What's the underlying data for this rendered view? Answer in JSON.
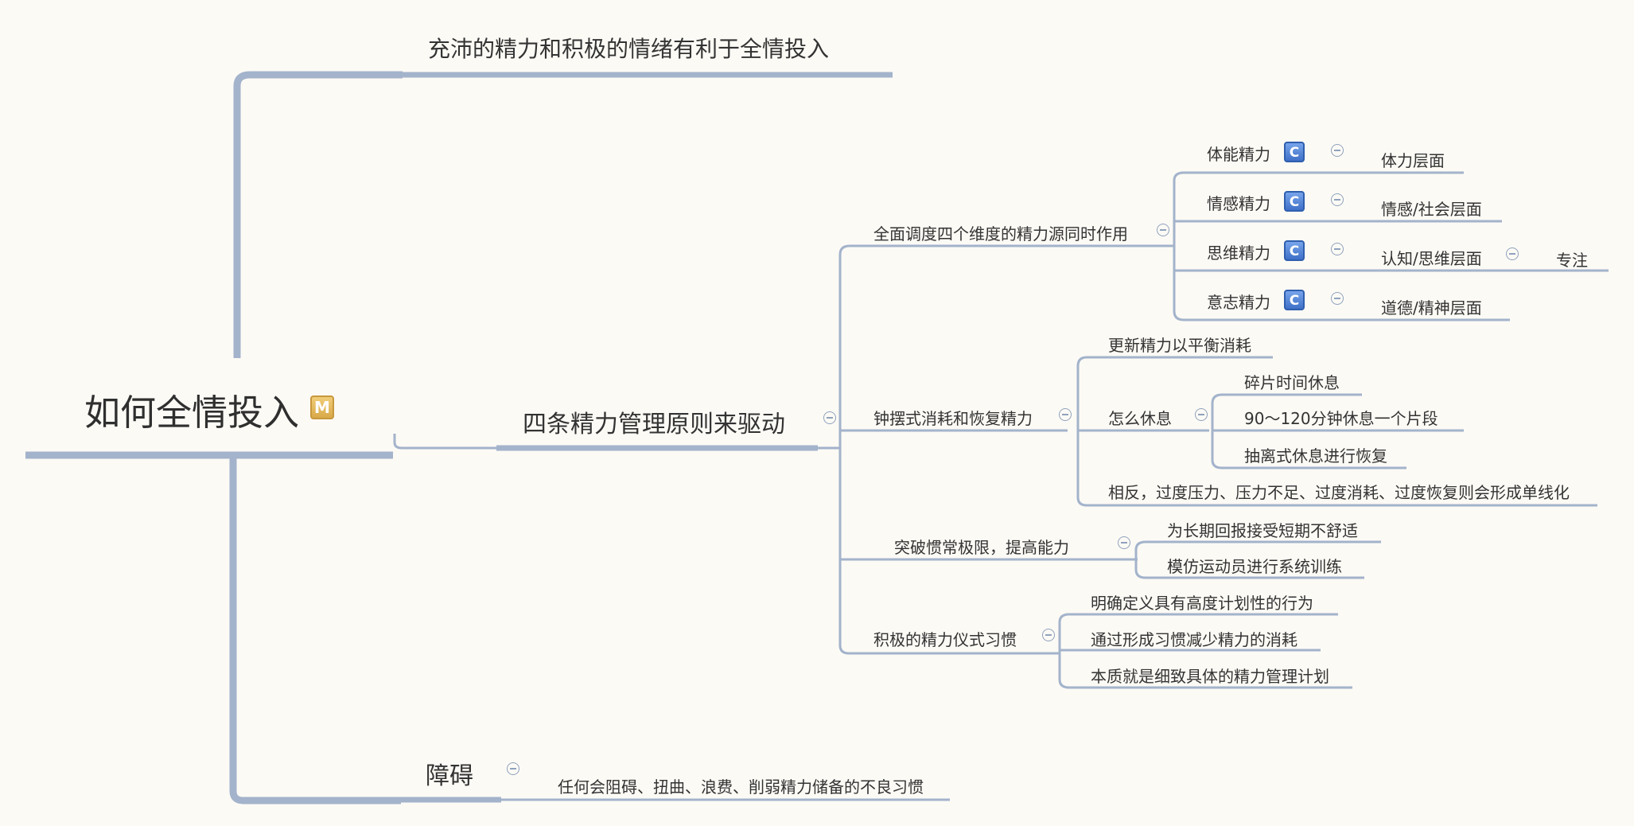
{
  "root": {
    "label": "如何全情投入",
    "marker": "M"
  },
  "branch_energy": {
    "label": "充沛的精力和积极的情绪有利于全情投入"
  },
  "branch_principles": {
    "label": "四条精力管理原则来驱动",
    "p1": {
      "label": "全面调度四个维度的精力源同时作用",
      "dims": [
        {
          "label": "体能精力",
          "marker": "C",
          "detail": "体力层面"
        },
        {
          "label": "情感精力",
          "marker": "C",
          "detail": "情感/社会层面"
        },
        {
          "label": "思维精力",
          "marker": "C",
          "detail": "认知/思维层面",
          "sub": "专注"
        },
        {
          "label": "意志精力",
          "marker": "C",
          "detail": "道德/精神层面"
        }
      ]
    },
    "p2": {
      "label": "钟摆式消耗和恢复精力",
      "renew": "更新精力以平衡消耗",
      "rest": {
        "label": "怎么休息",
        "items": [
          "碎片时间休息",
          "90～120分钟休息一个片段",
          "抽离式休息进行恢复"
        ]
      },
      "opposite": "相反，过度压力、压力不足、过度消耗、过度恢复则会形成单线化"
    },
    "p3": {
      "label": "突破惯常极限，提高能力",
      "items": [
        "为长期回报接受短期不舒适",
        "模仿运动员进行系统训练"
      ]
    },
    "p4": {
      "label": "积极的精力仪式习惯",
      "items": [
        "明确定义具有高度计划性的行为",
        "通过形成习惯减少精力的消耗",
        "本质就是细致具体的精力管理计划"
      ]
    }
  },
  "branch_obstacle": {
    "label": "障碍",
    "detail": "任何会阻碍、扭曲、浪费、削弱精力储备的不良习惯"
  },
  "colors": {
    "line": "#a3b3cb",
    "background": "#fcfaf5"
  }
}
